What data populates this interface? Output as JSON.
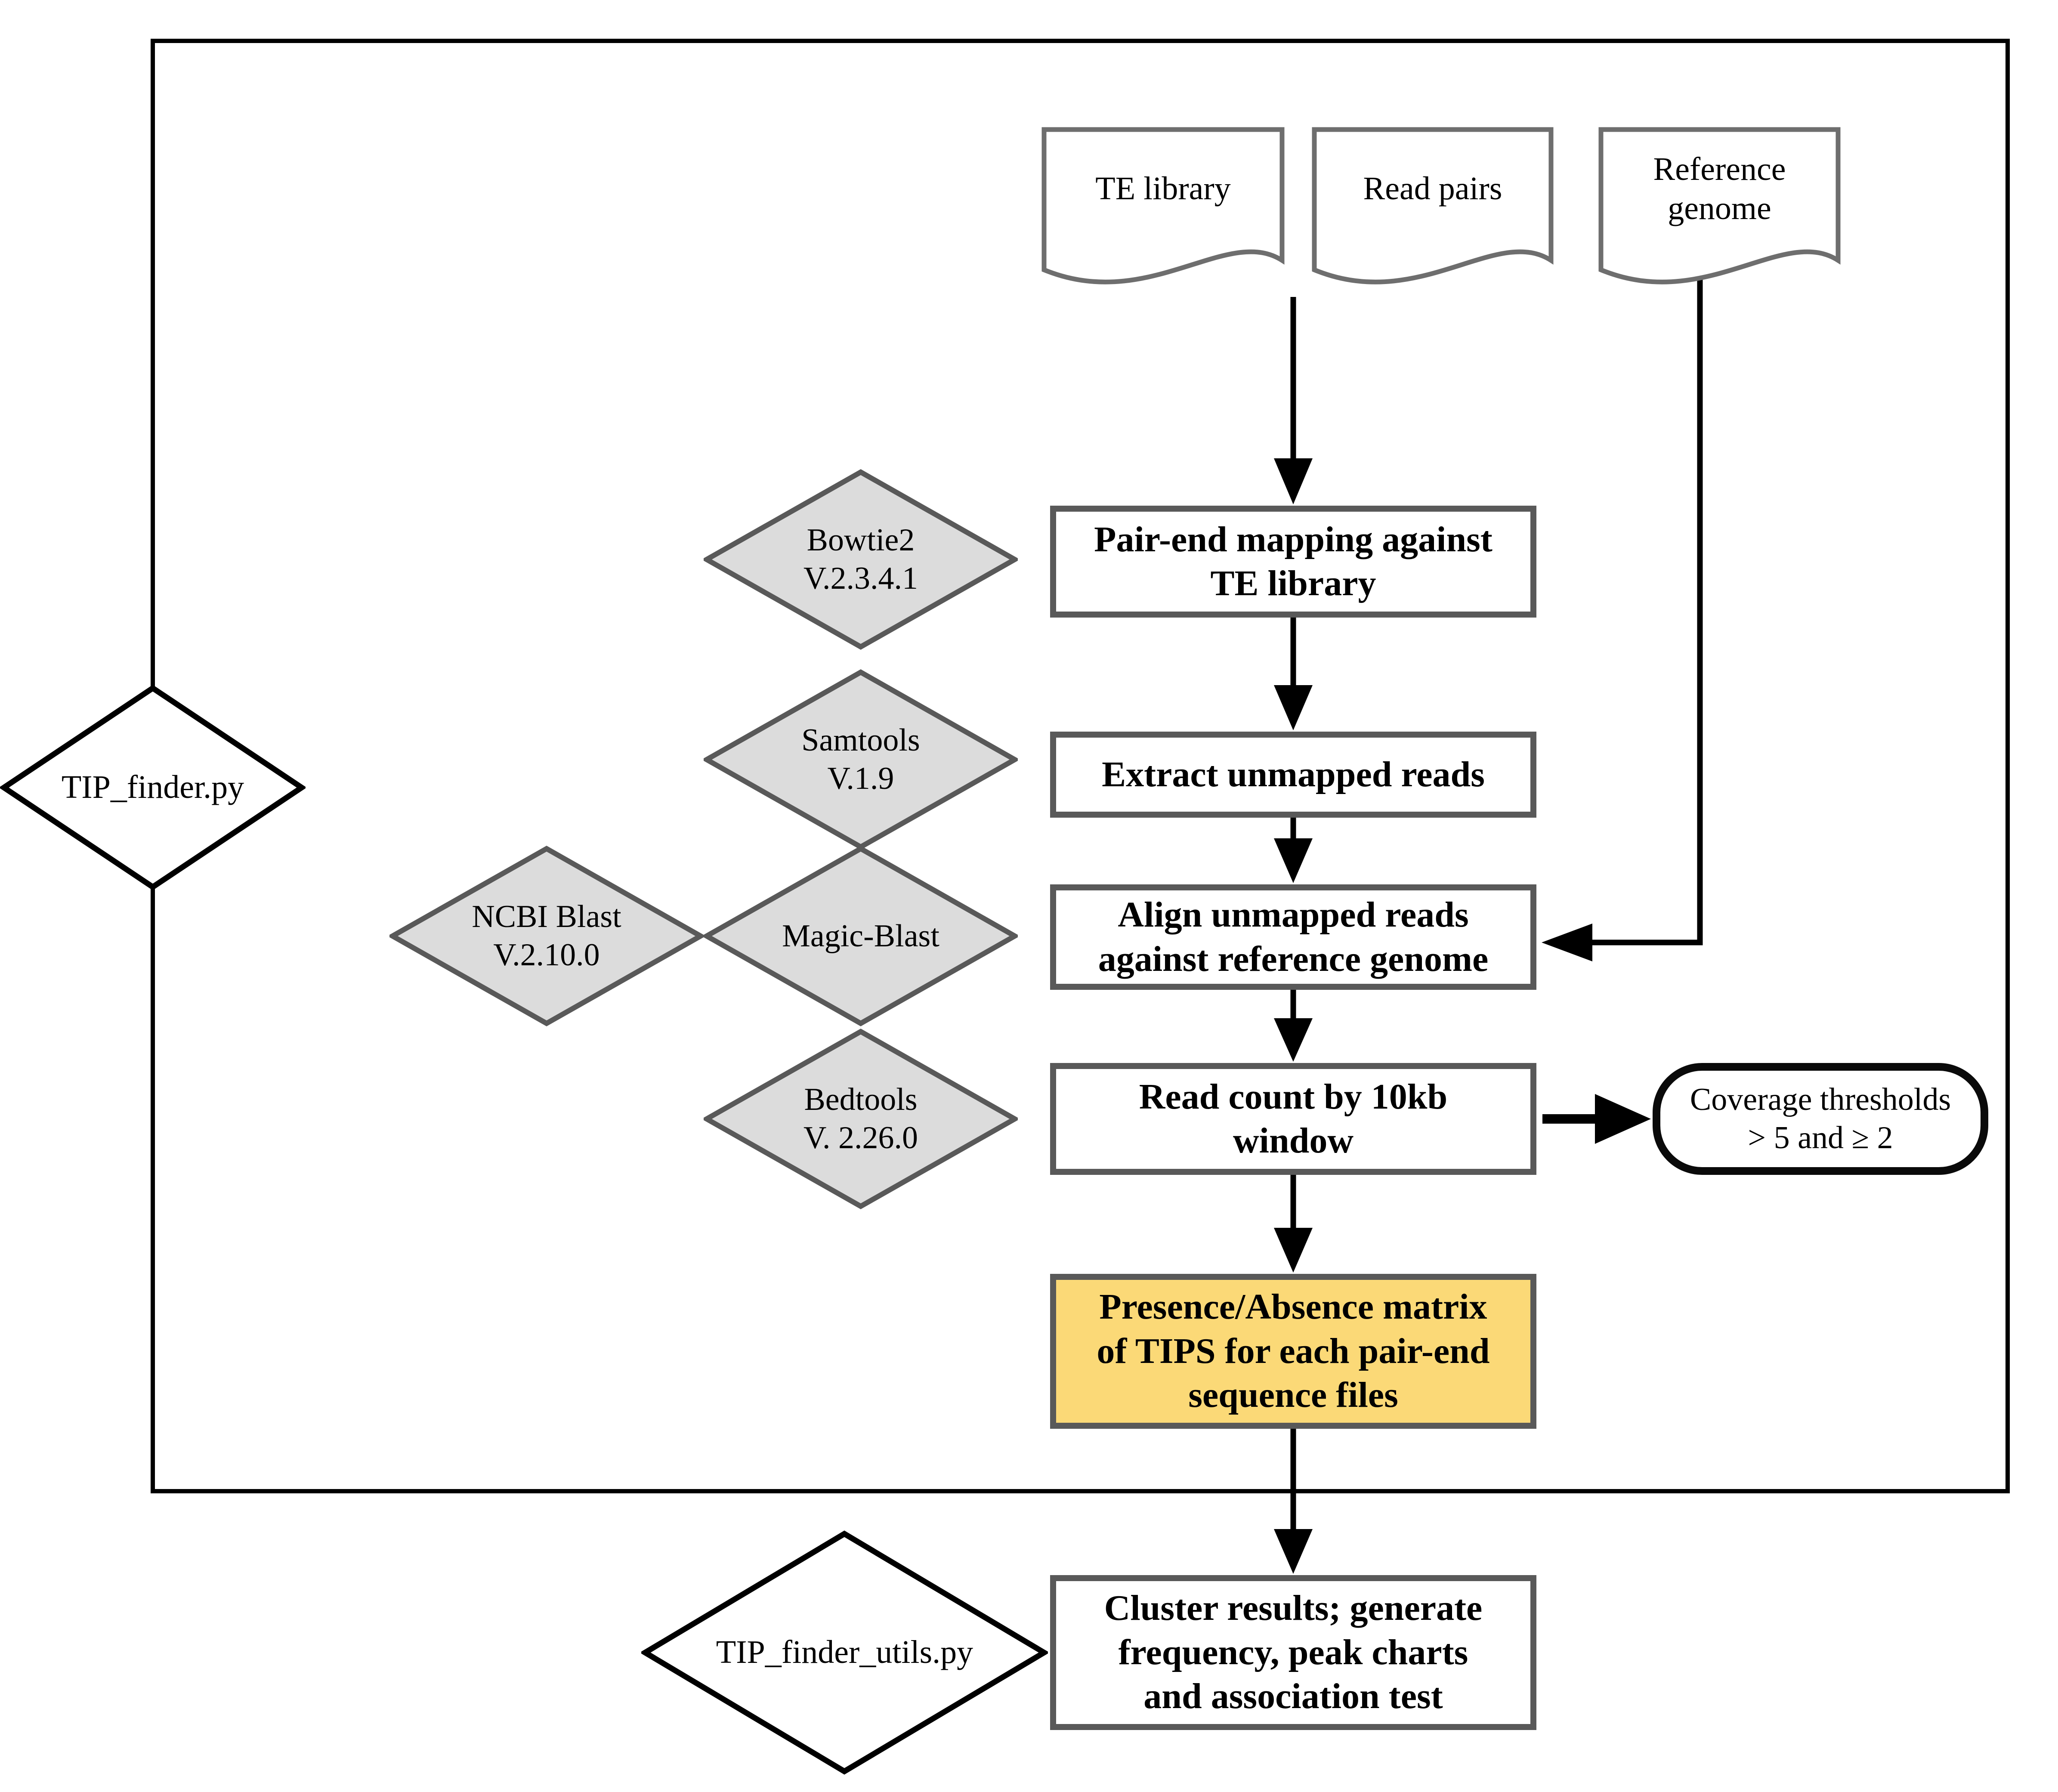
{
  "figure": {
    "type": "flowchart",
    "pipeline_group_label": "TIP_finder.py"
  },
  "nodes": {
    "te_library": {
      "shape": "document",
      "label": "TE library"
    },
    "read_pairs": {
      "shape": "document",
      "label": "Read pairs"
    },
    "reference_genome": {
      "shape": "document",
      "label": "Reference\ngenome"
    },
    "bowtie2": {
      "shape": "diamond",
      "label": "Bowtie2\nV.2.3.4.1"
    },
    "samtools": {
      "shape": "diamond",
      "label": "Samtools\nV.1.9"
    },
    "ncbi_blast": {
      "shape": "diamond",
      "label": "NCBI Blast\nV.2.10.0"
    },
    "magic_blast": {
      "shape": "diamond",
      "label": "Magic-Blast"
    },
    "bedtools": {
      "shape": "diamond",
      "label": "Bedtools\nV. 2.26.0"
    },
    "pair_end_mapping": {
      "shape": "process",
      "label": "Pair-end mapping against\nTE library"
    },
    "extract_unmapped": {
      "shape": "process",
      "label": "Extract unmapped reads"
    },
    "align_unmapped": {
      "shape": "process",
      "label": "Align unmapped reads\nagainst reference genome"
    },
    "read_count": {
      "shape": "process",
      "label": "Read count by 10kb\nwindow"
    },
    "coverage_thresholds": {
      "shape": "rounded",
      "label": "Coverage thresholds\n> 5 and ≥ 2"
    },
    "presence_absence": {
      "shape": "process-highlight",
      "label": "Presence/Absence matrix\nof TIPS for each pair-end\nsequence files"
    },
    "cluster_results": {
      "shape": "process",
      "label": "Cluster results; generate\nfrequency, peak charts\nand association test"
    },
    "tip_finder": {
      "shape": "diamond-white",
      "label": "TIP_finder.py"
    },
    "tip_finder_utils": {
      "shape": "diamond-white",
      "label": "TIP_finder_utils.py"
    }
  },
  "edges": [
    {
      "from": "te_library/read_pairs",
      "to": "pair_end_mapping"
    },
    {
      "from": "pair_end_mapping",
      "to": "extract_unmapped"
    },
    {
      "from": "extract_unmapped",
      "to": "align_unmapped"
    },
    {
      "from": "reference_genome",
      "to": "align_unmapped"
    },
    {
      "from": "align_unmapped",
      "to": "read_count"
    },
    {
      "from": "read_count",
      "to": "coverage_thresholds"
    },
    {
      "from": "read_count",
      "to": "presence_absence"
    },
    {
      "from": "presence_absence",
      "to": "cluster_results"
    }
  ],
  "colors": {
    "diamond_fill": "#DCDCDC",
    "diamond_stroke": "#595959",
    "box_stroke": "#595959",
    "document_stroke": "#6E6E6E",
    "highlight_fill": "#FBD977",
    "line_color": "#000000",
    "background": "#FFFFFF"
  }
}
